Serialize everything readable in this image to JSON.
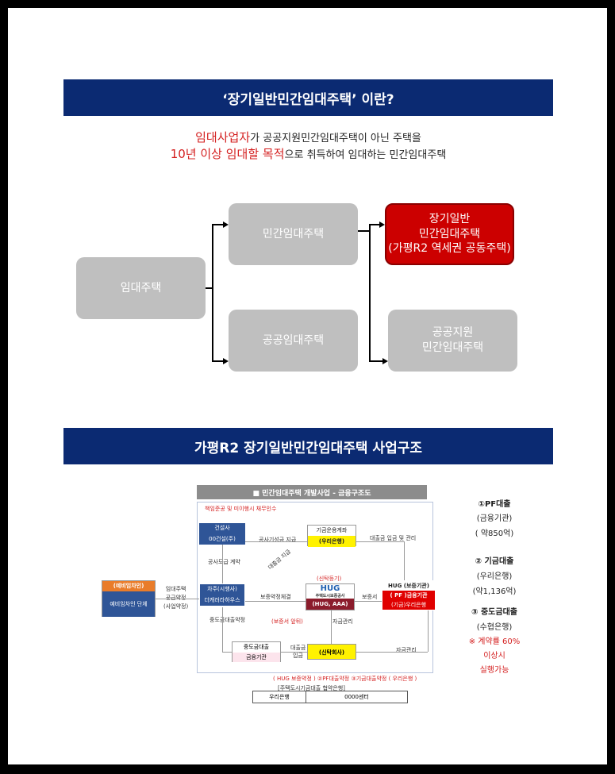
{
  "section1": {
    "banner": "‘장기일반민간임대주택’ 이란?",
    "def_line1_hl": "임대사업자",
    "def_line1_rest": "가 공공지원민간임대주택이 아닌 주택을",
    "def_line2_hl": "10년 이상 임대할 목적",
    "def_line2_rest": "으로 취득하여 임대하는 민간임대주택",
    "tree": {
      "root": "임대주택",
      "private": "민간임대주택",
      "public": "공공임대주택",
      "longterm": "장기일반\n민간임대주택\n(가평R2 역세권 공동주택)",
      "public_support": "공공지원\n민간임대주택"
    },
    "colors": {
      "banner": "#0b2a72",
      "highlight": "#d42020",
      "red_box": "#cc0000",
      "gray_box": "#bfbfbf"
    }
  },
  "section2": {
    "banner": "가평R2 장기일반민간임대주택 사업구조",
    "diagram": {
      "header": "■ 민간임대주택 개발사업 - 금융구조도",
      "top_note": "책임준공 및 미이행시 채무인수",
      "reserve": {
        "title": "(예비임차인)",
        "body": "예비임차인 단체"
      },
      "reserve_labels": [
        "임대주택",
        "공급약정",
        "(사업약정)"
      ],
      "builder": {
        "title": "건설사",
        "body": "00건설(주)"
      },
      "fund": {
        "title": "기금운용계좌",
        "body": "(우리은행)"
      },
      "sponsor": {
        "title": "차주(시행사)",
        "body": "더캐러라하우스"
      },
      "hug": {
        "note": "(신탁등기)",
        "logo": "HUG",
        "logo_sub": "주택도시보증공사",
        "body": "(HUG, AAA)"
      },
      "hug_guarantor": {
        "title": "HUG (보증기관)",
        "line1": "( PF )금융기관",
        "line2": "(기금)우리은행"
      },
      "mid_loan": {
        "title": "중도금대출",
        "body": "금융기관"
      },
      "trust": {
        "body": "(신탁회사)"
      },
      "edges": {
        "construction_pay": "공사기성금 지급",
        "loan_mgmt": "대출금 입금 및 관리",
        "construction_contract": "공사도급 계약",
        "loan_pay": "대출금 지급",
        "guarantee_contract": "보증약정체결",
        "guarantee_cert": "보증서",
        "mid_loan_contract": "중도금대출약정",
        "guarantee_extra": "(보증서 앞뒤)",
        "fund_mgmt": "자금관리",
        "loan_in": "대출금",
        "loan_in2": "입금",
        "fund_mgmt2": "자금관리"
      },
      "legend": "( HUG 보증약정 )   ②PF대출약정   ③기금대출약정 ( 우리은행 )",
      "agreement": "[주택도시기금대출 협약은행]",
      "table": [
        "우리은행",
        "0000센터"
      ]
    },
    "side": {
      "item1_title": "①PF대출",
      "item1_l1": "(금융기관)",
      "item1_l2": "( 약850억)",
      "item2_title": "② 기금대출",
      "item2_l1": "(우리은행)",
      "item2_l2": "(약1,136억)",
      "item3_title": "③ 중도금대출",
      "item3_l1": "(수협은행)",
      "item3_note1": "※ 계약률 60%",
      "item3_note2": "이상시",
      "item3_note3": "실행가능"
    }
  }
}
